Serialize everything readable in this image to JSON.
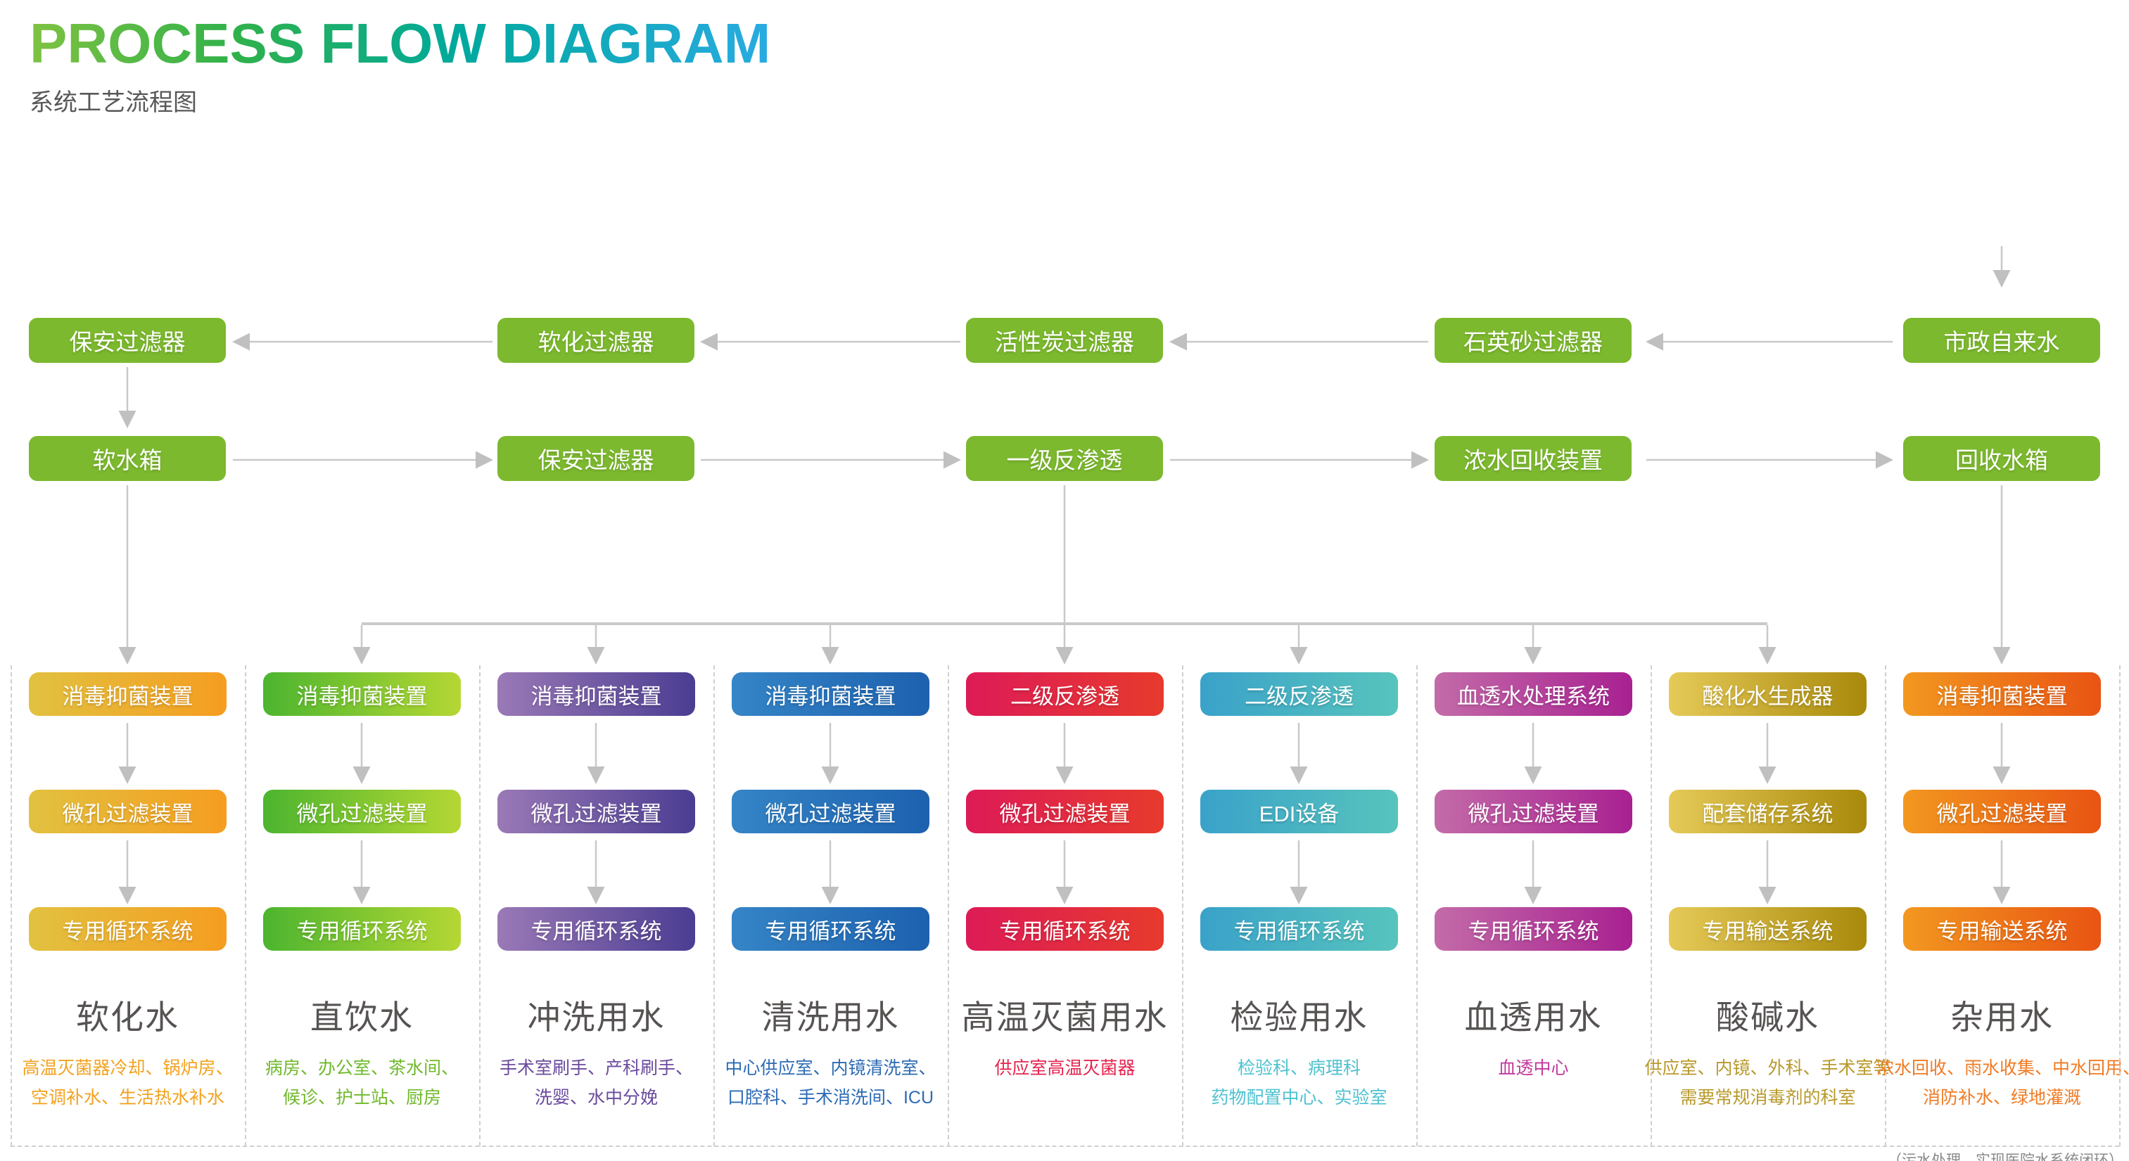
{
  "header": {
    "title": "PROCESS FLOW DIAGRAM",
    "subtitle": "系统工艺流程图",
    "title_gradient": [
      "#7fc241",
      "#00a99d",
      "#29abe2"
    ],
    "subtitle_color": "#595757"
  },
  "pretreatment": {
    "box_color": "#7cb92e",
    "row1": [
      "保安过滤器",
      "软化过滤器",
      "活性炭过滤器",
      "石英砂过滤器",
      "市政自来水"
    ],
    "row2": [
      "软水箱",
      "保安过滤器",
      "一级反渗透",
      "浓水回收装置",
      "回收水箱"
    ]
  },
  "branches": [
    {
      "steps": [
        "消毒抑菌装置",
        "微孔过滤装置"
      ],
      "bubble": "专用循环系统",
      "water": "软化水",
      "usage": [
        "高温灭菌器冷却、锅炉房、",
        "空调补水、生活热水补水"
      ],
      "gradient": [
        "#e2c140",
        "#f59d20"
      ],
      "usage_color": "#f2a21f"
    },
    {
      "steps": [
        "消毒抑菌装置",
        "微孔过滤装置"
      ],
      "bubble": "专用循环系统",
      "water": "直饮水",
      "usage": [
        "病房、办公室、茶水间、",
        "候诊、护士站、厨房"
      ],
      "gradient": [
        "#4cb52f",
        "#b5d733"
      ],
      "usage_color": "#6fb92c"
    },
    {
      "steps": [
        "消毒抑菌装置",
        "微孔过滤装置"
      ],
      "bubble": "专用循环系统",
      "water": "冲洗用水",
      "usage": [
        "手术室刷手、产科刷手、",
        "洗婴、水中分娩"
      ],
      "gradient": [
        "#9a79b6",
        "#4b3d92"
      ],
      "usage_color": "#6b4b9e"
    },
    {
      "steps": [
        "消毒抑菌装置",
        "微孔过滤装置"
      ],
      "bubble": "专用循环系统",
      "water": "清洗用水",
      "usage": [
        "中心供应室、内镜清洗室、",
        "口腔科、手术消洗间、ICU"
      ],
      "gradient": [
        "#3585c7",
        "#1d61ae"
      ],
      "usage_color": "#2d6bb5"
    },
    {
      "steps": [
        "二级反渗透",
        "微孔过滤装置"
      ],
      "bubble": "专用循环系统",
      "water": "高温灭菌用水",
      "usage": [
        "供应室高温灭菌器"
      ],
      "gradient": [
        "#dd1b57",
        "#e73a2c"
      ],
      "usage_color": "#e6244f"
    },
    {
      "steps": [
        "二级反渗透",
        "EDI设备"
      ],
      "bubble": "专用循环系统",
      "water": "检验用水",
      "usage": [
        "检验科、病理科",
        "药物配置中心、实验室"
      ],
      "gradient": [
        "#3aa2c9",
        "#57c4bd"
      ],
      "usage_color": "#4fc2d0"
    },
    {
      "steps": [
        "血透水处理系统",
        "微孔过滤装置"
      ],
      "bubble": "专用循环系统",
      "water": "血透用水",
      "usage": [
        "血透中心"
      ],
      "gradient": [
        "#c36ba8",
        "#a82191"
      ],
      "usage_color": "#c23a9d"
    },
    {
      "steps": [
        "酸化水生成器",
        "配套储存系统"
      ],
      "bubble": "专用输送系统",
      "water": "酸碱水",
      "usage": [
        "供应室、内镜、外科、手术室等",
        "需要常规消毒剂的科室"
      ],
      "gradient": [
        "#e6ca58",
        "#a8890b"
      ],
      "usage_color": "#b8992a"
    },
    {
      "steps": [
        "消毒抑菌装置",
        "微孔过滤装置"
      ],
      "bubble": "专用输送系统",
      "water": "杂用水",
      "usage": [
        "浓水回收、雨水收集、中水回用、",
        "消防补水、绿地灌溉"
      ],
      "gradient": [
        "#f29820",
        "#e95413"
      ],
      "usage_color": "#f07b24"
    }
  ],
  "footnote": {
    "text": "（污水处理，实现医院水系统闭环）",
    "color": "#8a8888"
  },
  "connector_color": "#c9c9c9"
}
